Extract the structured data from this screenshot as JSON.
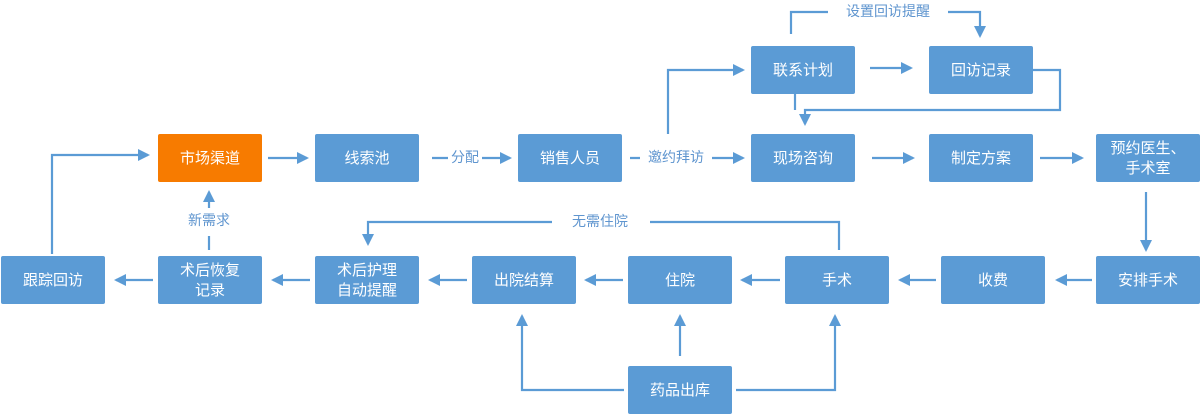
{
  "colors": {
    "node": "#5b9bd5",
    "highlight": "#f77b00",
    "edge": "#5b9bd5"
  },
  "nodes": {
    "market_channel": "市场渠道",
    "lead_pool": "线索池",
    "sales": "销售人员",
    "contact_plan": "联系计划",
    "followup_record": "回访记录",
    "onsite_consult": "现场咨询",
    "make_plan": "制定方案",
    "book_doctor": "预约医生、\n手术室",
    "schedule_surgery": "安排手术",
    "charge": "收费",
    "surgery": "手术",
    "hospitalize": "住院",
    "discharge_settle": "出院结算",
    "postop_care": "术后护理\n自动提醒",
    "postop_recovery": "术后恢复\n记录",
    "track_followup": "跟踪回访",
    "medicine_out": "药品出库"
  },
  "edge_labels": {
    "assign": "分配",
    "invite": "邀约拜访",
    "set_reminder": "设置回访提醒",
    "no_stay": "无需住院",
    "new_demand": "新需求"
  }
}
